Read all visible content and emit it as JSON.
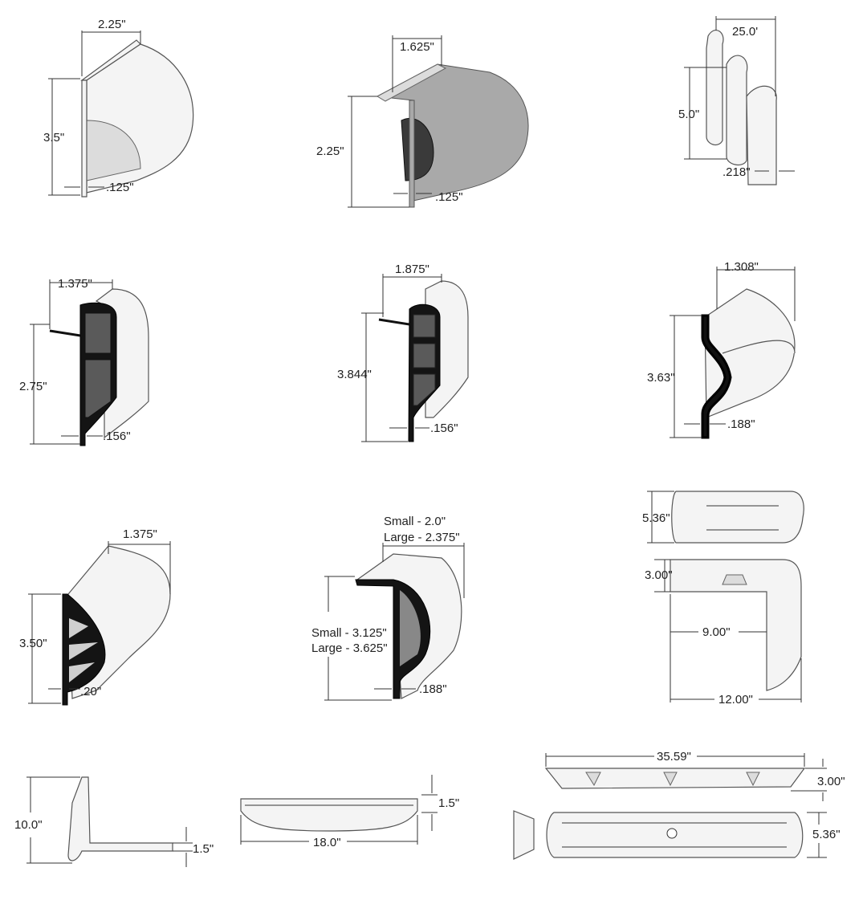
{
  "profiles": [
    {
      "name": "vinyl-dock-edge-large",
      "dims": [
        "2.25\"",
        "3.5\"",
        ".125\""
      ]
    },
    {
      "name": "grey-dock-edge",
      "dims": [
        "1.625\"",
        "2.25\"",
        ".125\""
      ]
    },
    {
      "name": "wave-dock-edge-roll",
      "dims": [
        "25.0'",
        "5.0\"",
        ".218\""
      ]
    },
    {
      "name": "black-core-profile-small",
      "dims": [
        "1.375\"",
        "2.75\"",
        ".156\""
      ]
    },
    {
      "name": "black-core-profile-tall",
      "dims": [
        "1.875\"",
        "3.844\"",
        ".156\""
      ]
    },
    {
      "name": "s-curve-profile",
      "dims": [
        "1.308\"",
        "3.63\"",
        ".188\""
      ]
    },
    {
      "name": "ribbed-d-profile",
      "dims": [
        "1.375\"",
        "3.50\"",
        ".20\""
      ]
    },
    {
      "name": "corner-d-profile",
      "dims": [
        "Small - 2.0\"",
        "Large - 2.375\"",
        "Small - 3.125\"",
        "Large - 3.625\"",
        ".188\""
      ]
    },
    {
      "name": "corner-bumper",
      "dims": [
        "5.36\"",
        "3.00\"",
        "9.00\"",
        "12.00\""
      ]
    },
    {
      "name": "l-shape-bumper",
      "dims": [
        "10.0\"",
        "1.5\""
      ]
    },
    {
      "name": "flat-step-bumper",
      "dims": [
        "1.5\"",
        "18.0\""
      ]
    },
    {
      "name": "long-dock-bumper",
      "dims": [
        "35.59\"",
        "3.00\"",
        "5.36\""
      ]
    }
  ]
}
